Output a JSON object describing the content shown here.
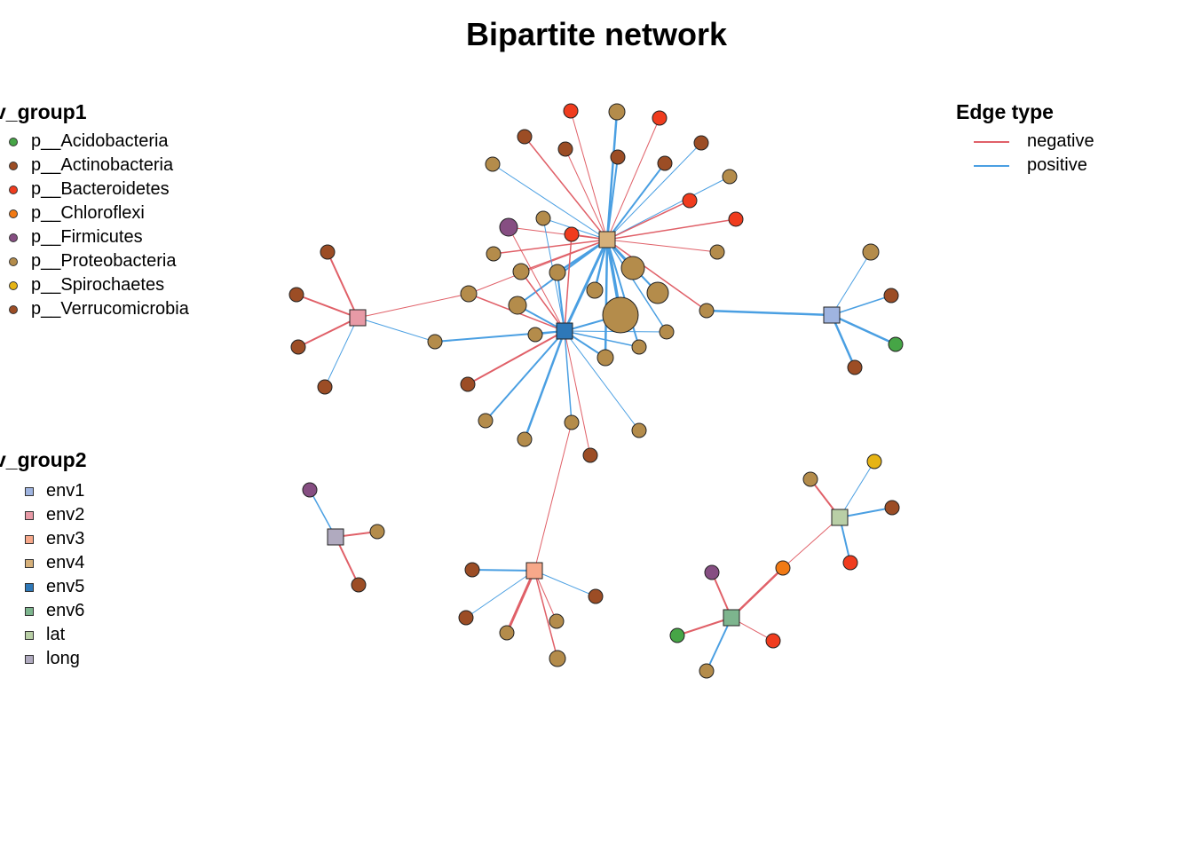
{
  "title": "Bipartite network",
  "legend_group1": {
    "title": "v_group1",
    "items": [
      {
        "label": "p__Acidobacteria",
        "color": "#46a546"
      },
      {
        "label": "p__Actinobacteria",
        "color": "#9c4d25"
      },
      {
        "label": "p__Bacteroidetes",
        "color": "#f03c1e"
      },
      {
        "label": "p__Chloroflexi",
        "color": "#f27a14"
      },
      {
        "label": "p__Firmicutes",
        "color": "#864e82"
      },
      {
        "label": "p__Proteobacteria",
        "color": "#b48c4b"
      },
      {
        "label": "p__Spirochaetes",
        "color": "#e6b414"
      },
      {
        "label": "p__Verrucomicrobia",
        "color": "#9c4d25"
      }
    ]
  },
  "legend_group2": {
    "title": "v_group2",
    "items": [
      {
        "label": "env1",
        "color": "#9fb4e0"
      },
      {
        "label": "env2",
        "color": "#e89aa6"
      },
      {
        "label": "env3",
        "color": "#f7a88a"
      },
      {
        "label": "env4",
        "color": "#d6b07a"
      },
      {
        "label": "env5",
        "color": "#2e78b8"
      },
      {
        "label": "env6",
        "color": "#7db58e"
      },
      {
        "label": "lat",
        "color": "#b9cfa6"
      },
      {
        "label": "long",
        "color": "#b0aabf"
      }
    ]
  },
  "legend_edges": {
    "title": "Edge type",
    "items": [
      {
        "label": "negative",
        "color": "#e06068"
      },
      {
        "label": "positive",
        "color": "#4a9fe2"
      }
    ]
  }
}
